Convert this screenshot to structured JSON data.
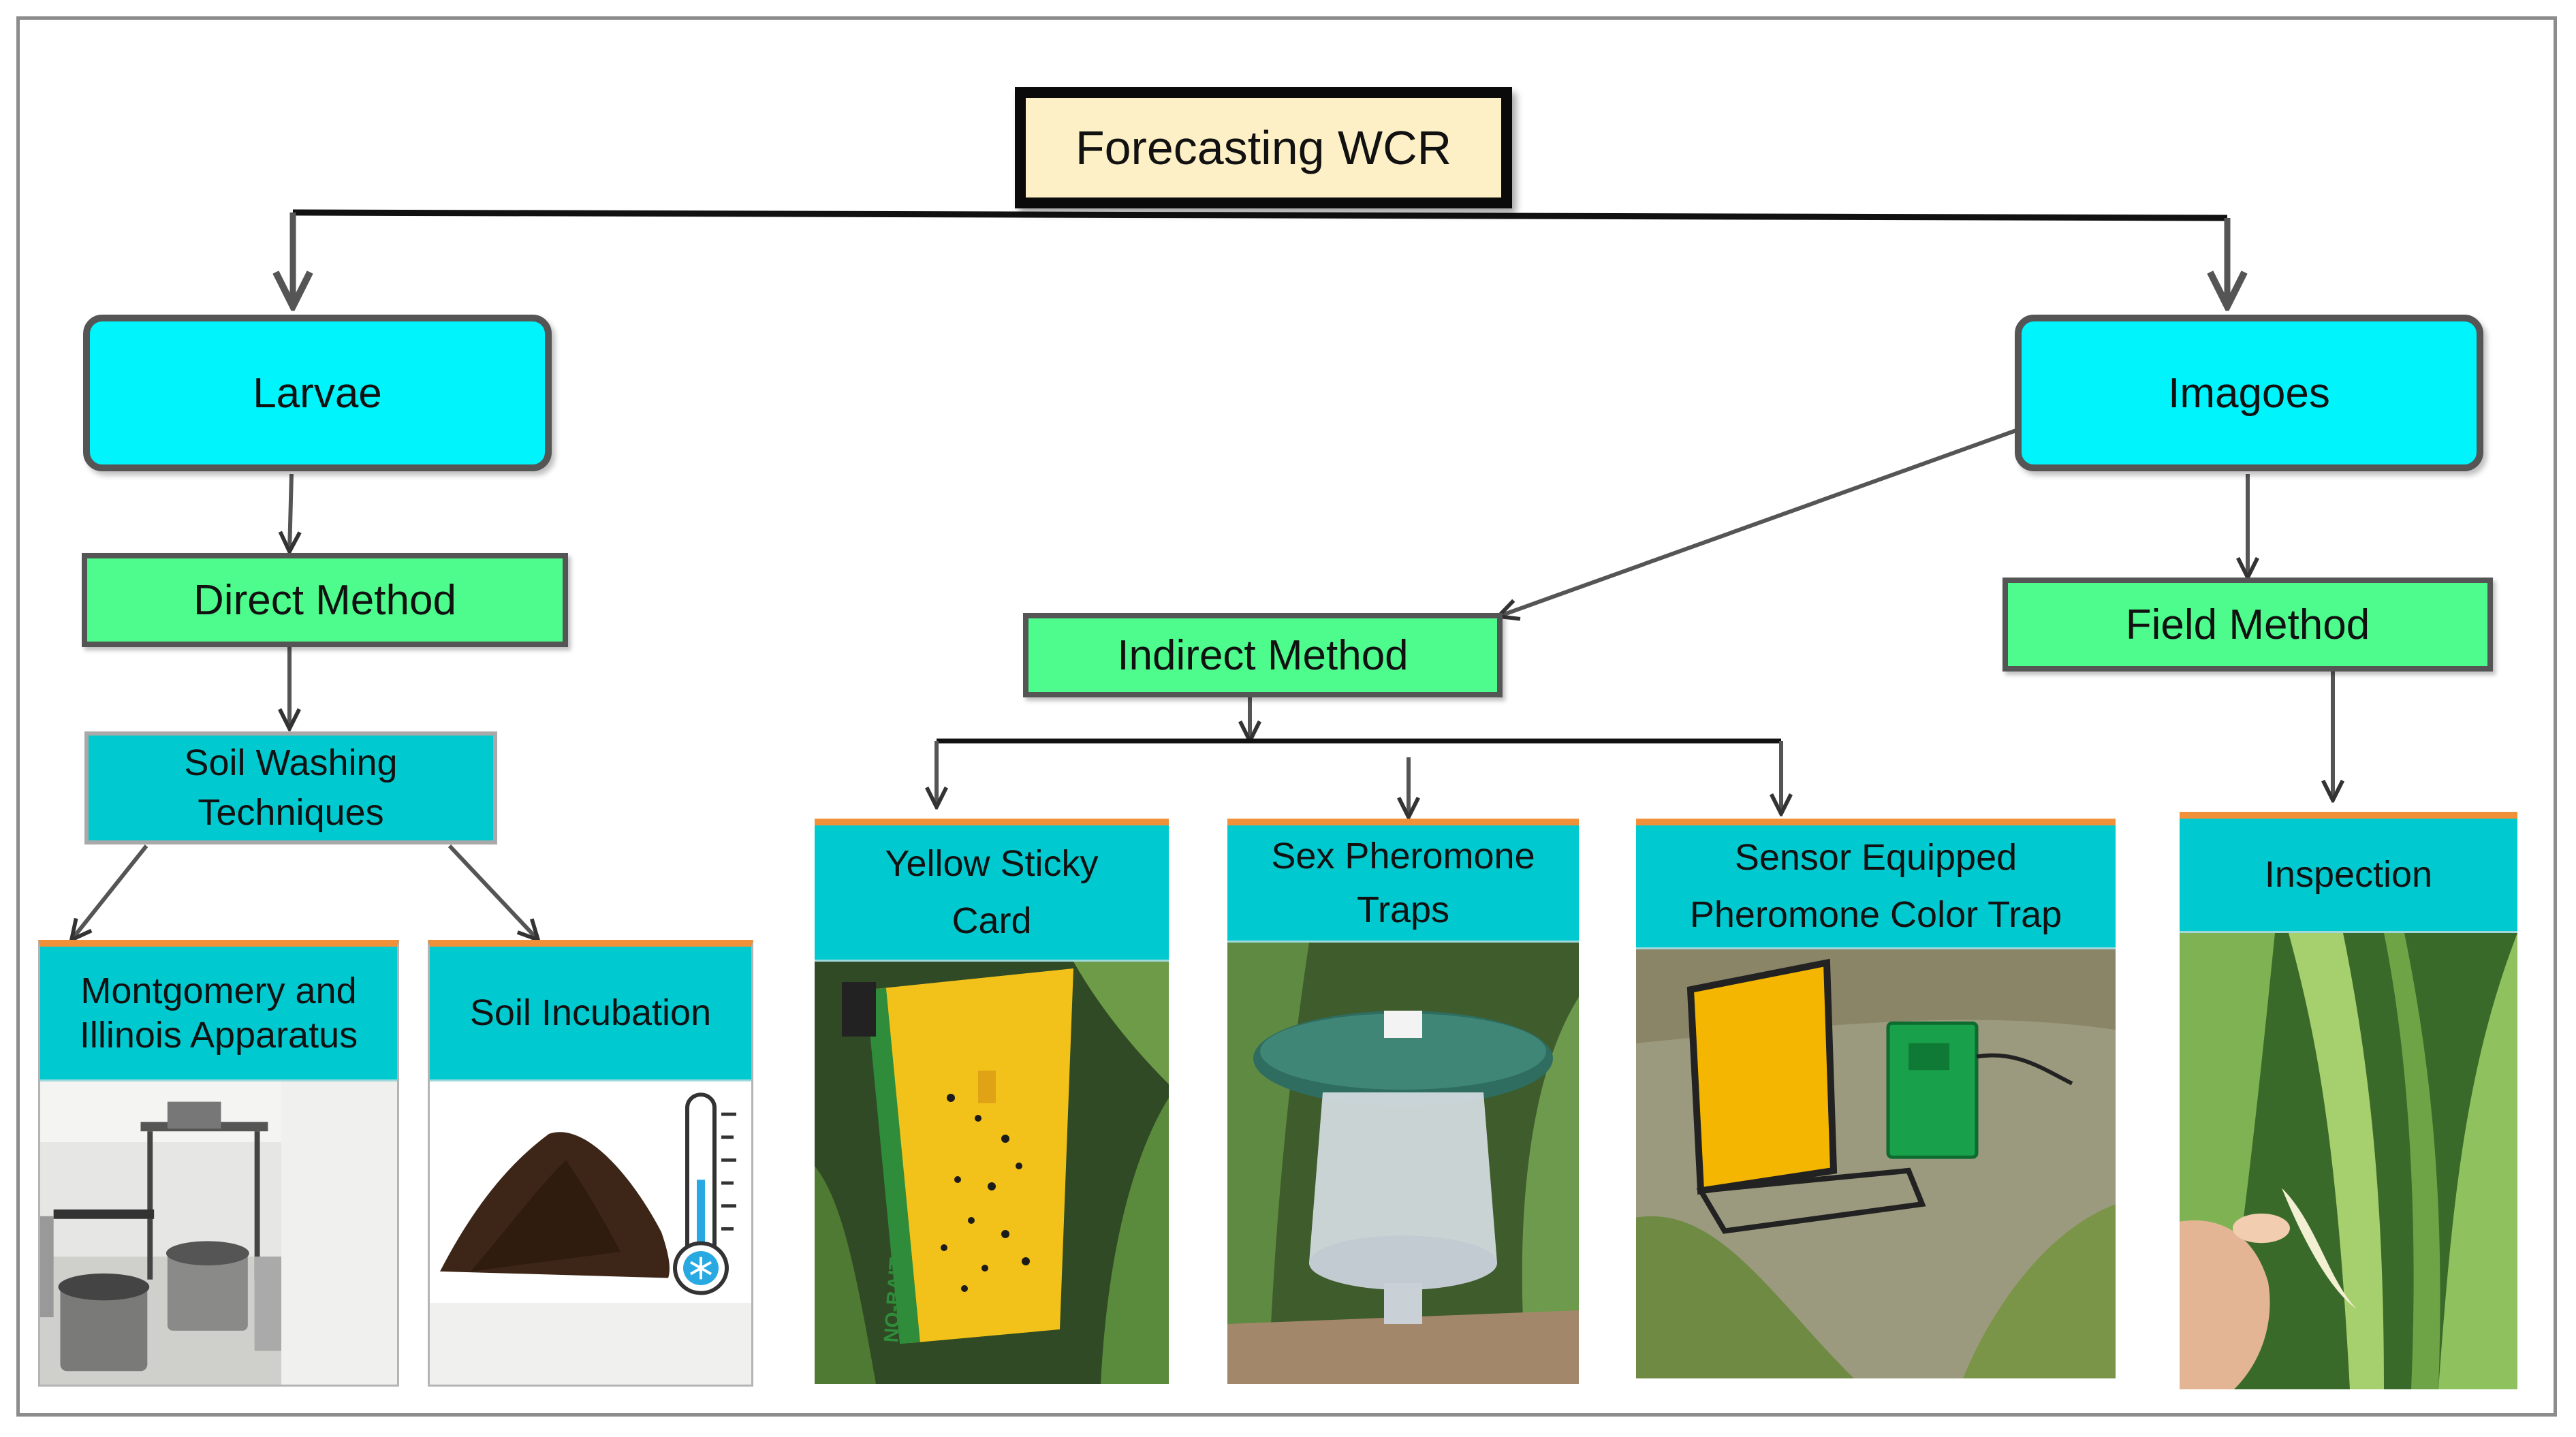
{
  "root": {
    "label": "Forecasting WCR"
  },
  "stages": {
    "larvae": {
      "label": "Larvae"
    },
    "imagoes": {
      "label": "Imagoes"
    }
  },
  "methods": {
    "direct": {
      "label": "Direct Method"
    },
    "indirect": {
      "label": "Indirect Method"
    },
    "field": {
      "label": "Field Method"
    }
  },
  "soil_washing": {
    "line1": "Soil Washing",
    "line2": "Techniques"
  },
  "cards": {
    "montgomery": {
      "line1": "Montgomery and",
      "line2": "Illinois Apparatus"
    },
    "soil_incubation": {
      "line1": "Soil Incubation"
    },
    "yellow_sticky": {
      "line1": "Yellow Sticky",
      "line2": "Card"
    },
    "sex_pheromone": {
      "line1": "Sex Pheromone",
      "line2": "Traps"
    },
    "sensor_trap": {
      "line1": "Sensor Equipped",
      "line2": "Pheromone Color Trap"
    },
    "inspection": {
      "line1": "Inspection"
    }
  },
  "photo_text": {
    "sticky_card_print": "NO-BAIT"
  },
  "colors": {
    "root_fill": "#fdf0c6",
    "stage_fill": "#00f4fb",
    "method_fill": "#4dfc8c",
    "technique_fill": "#00c9cf",
    "card_accent": "#f0913a"
  }
}
